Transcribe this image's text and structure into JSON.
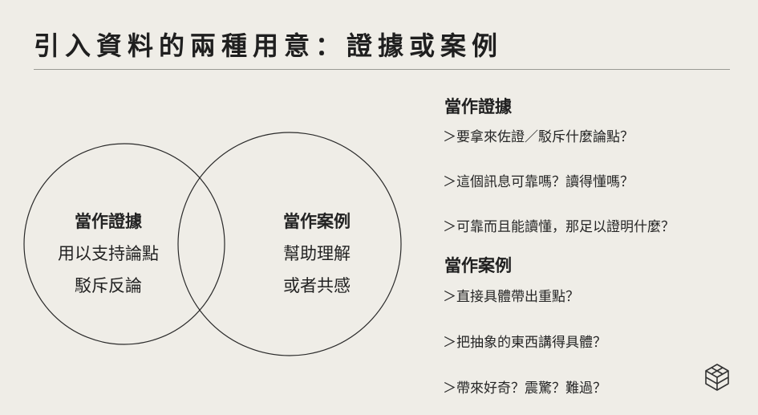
{
  "title": "引入資料的兩種用意：證據或案例",
  "venn": {
    "left": {
      "heading": "當作證據",
      "line1": "用以支持論點",
      "line2": "駁斥反論"
    },
    "right": {
      "heading": "當作案例",
      "line1": "幫助理解",
      "line2": "或者共感"
    }
  },
  "evidence": {
    "heading": "當作證據",
    "items": [
      "＞要拿來佐證／駁斥什麼論點？",
      "＞這個訊息可靠嗎？讀得懂嗎？",
      "＞可靠而且能讀懂，那足以證明什麼？"
    ]
  },
  "cases": {
    "heading": "當作案例",
    "items": [
      "＞直接具體帶出重點？",
      "＞把抽象的東西講得具體？",
      "＞帶來好奇？震驚？難過？"
    ]
  },
  "logo": {
    "icon": "cube-leaf-logo-icon",
    "color": "#333333"
  }
}
